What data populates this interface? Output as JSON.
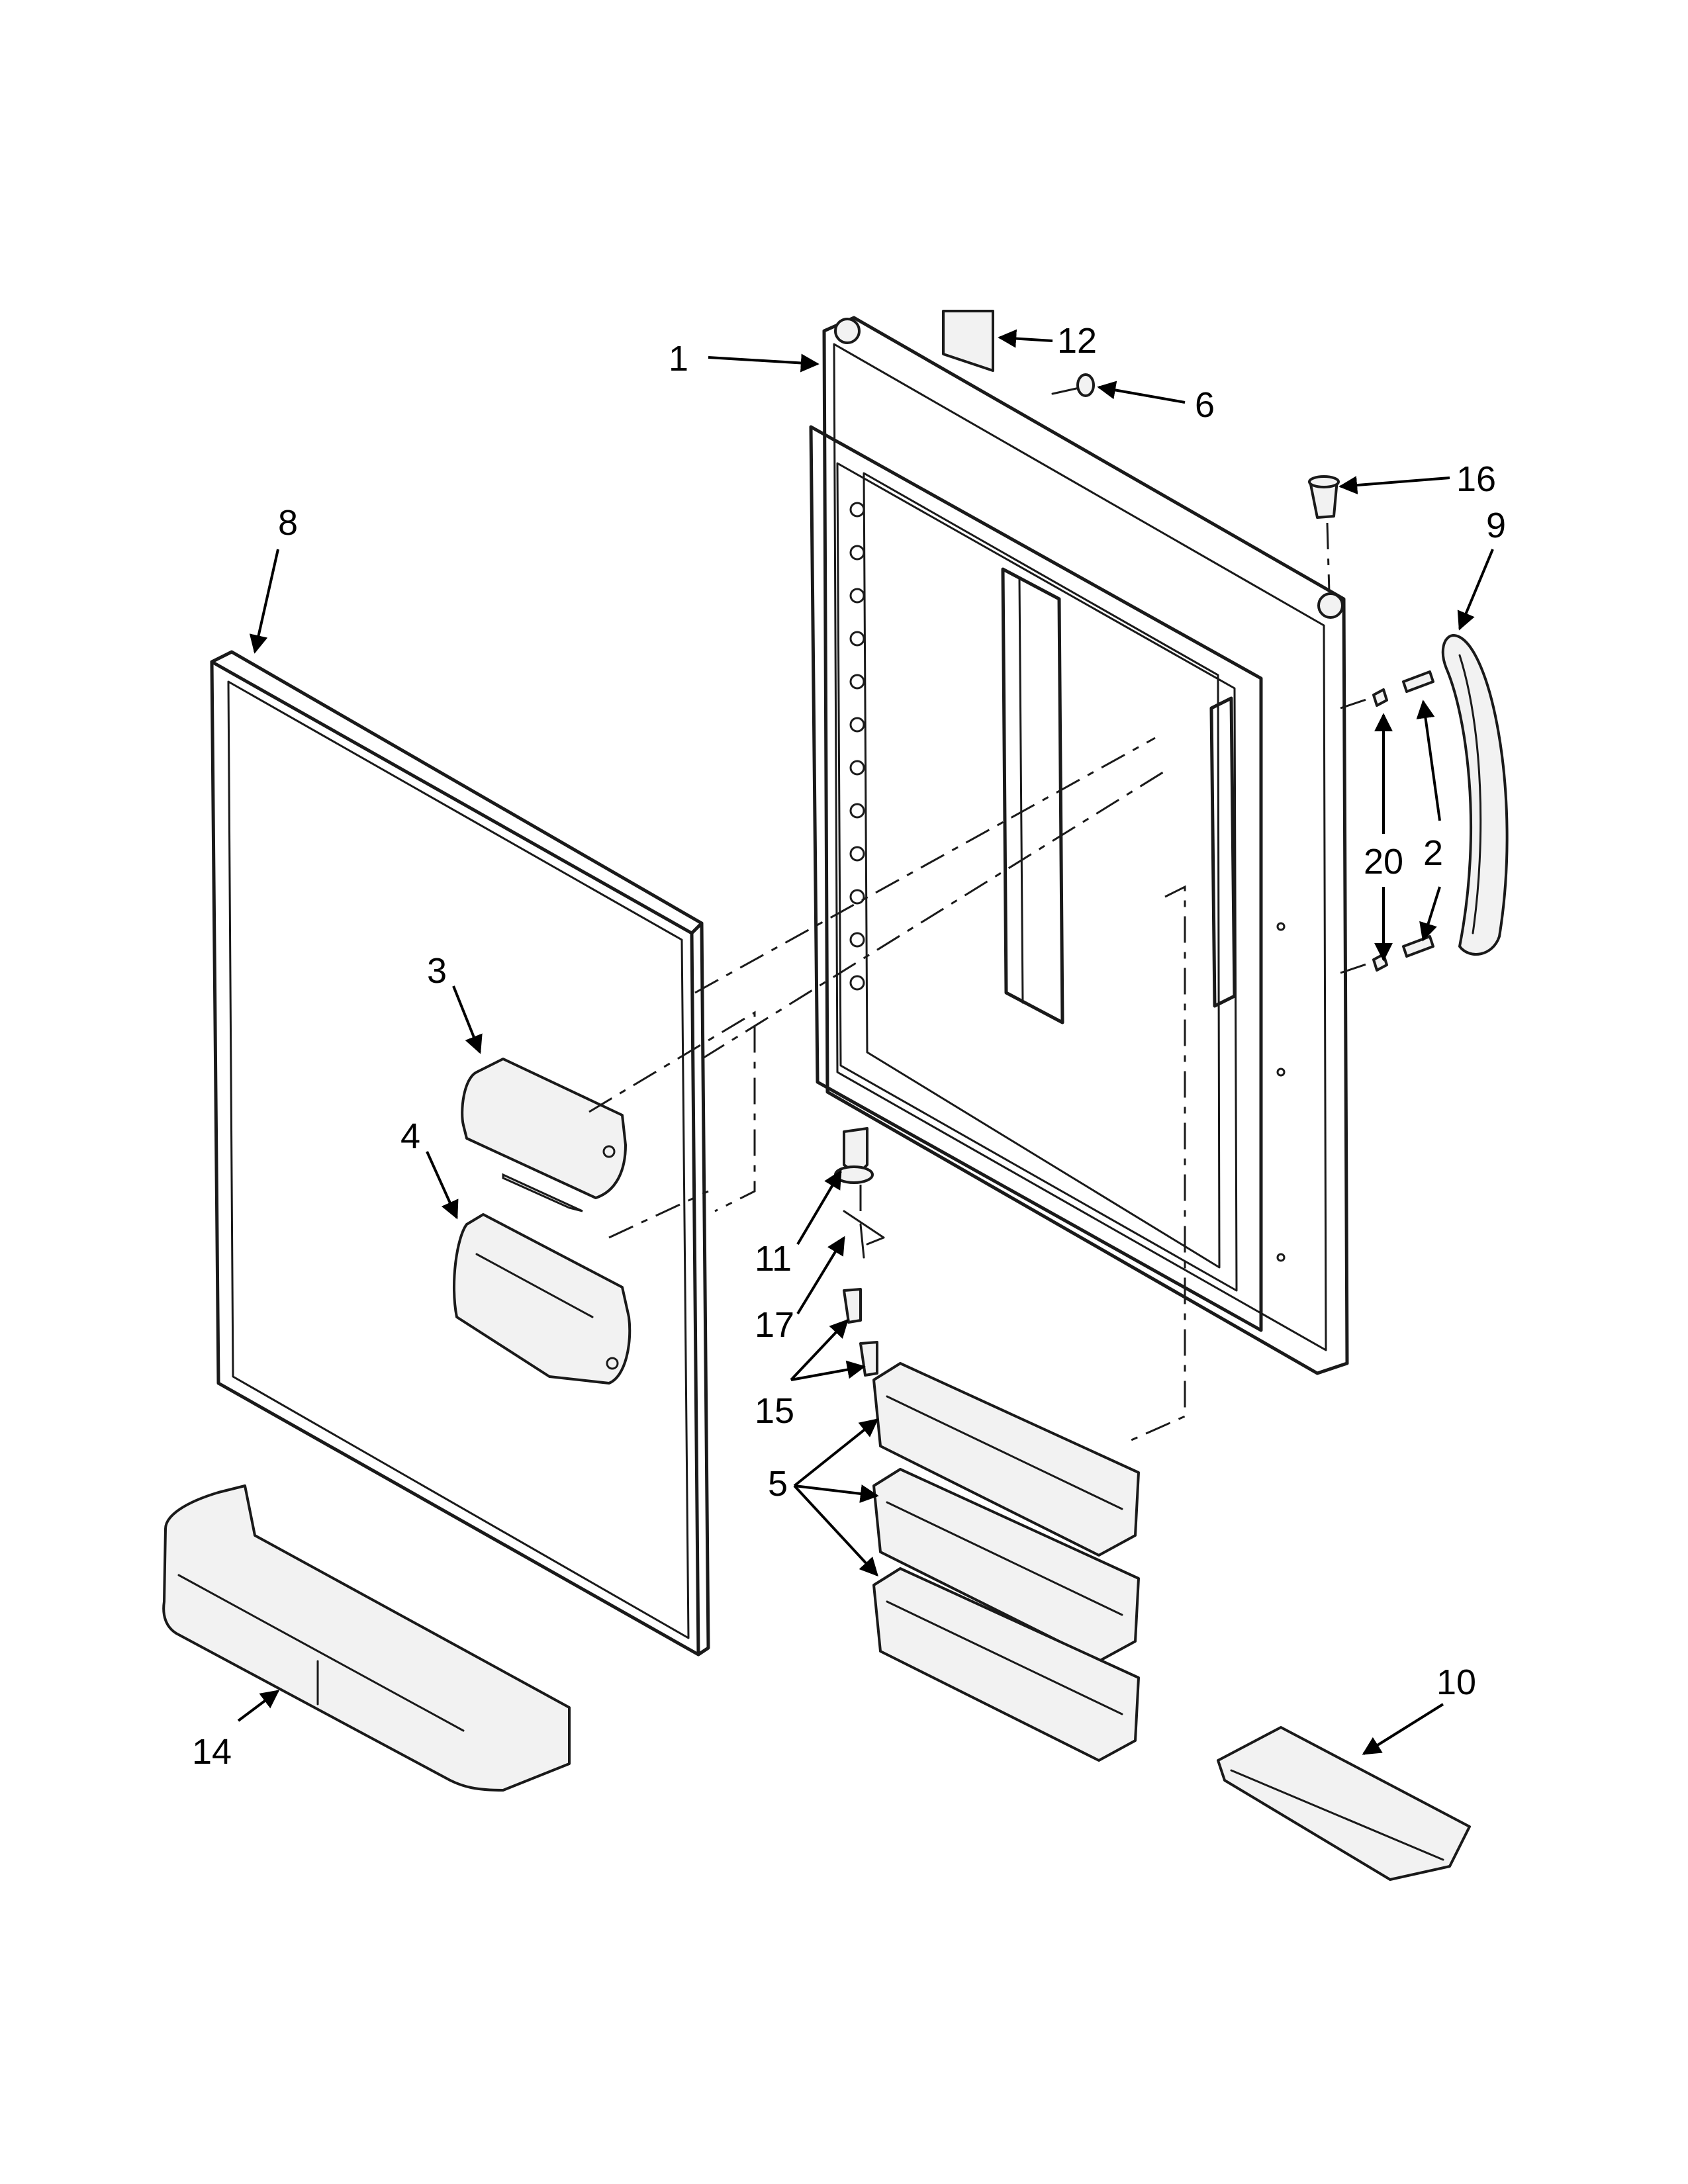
{
  "diagram": {
    "callouts": [
      {
        "id": "c1",
        "label": "1"
      },
      {
        "id": "c12",
        "label": "12"
      },
      {
        "id": "c6",
        "label": "6"
      },
      {
        "id": "c16",
        "label": "16"
      },
      {
        "id": "c9",
        "label": "9"
      },
      {
        "id": "c8",
        "label": "8"
      },
      {
        "id": "c20",
        "label": "20"
      },
      {
        "id": "c2",
        "label": "2"
      },
      {
        "id": "c3",
        "label": "3"
      },
      {
        "id": "c4",
        "label": "4"
      },
      {
        "id": "c11",
        "label": "11"
      },
      {
        "id": "c17",
        "label": "17"
      },
      {
        "id": "c15",
        "label": "15"
      },
      {
        "id": "c5",
        "label": "5"
      },
      {
        "id": "c10",
        "label": "10"
      },
      {
        "id": "c14",
        "label": "14"
      }
    ]
  }
}
